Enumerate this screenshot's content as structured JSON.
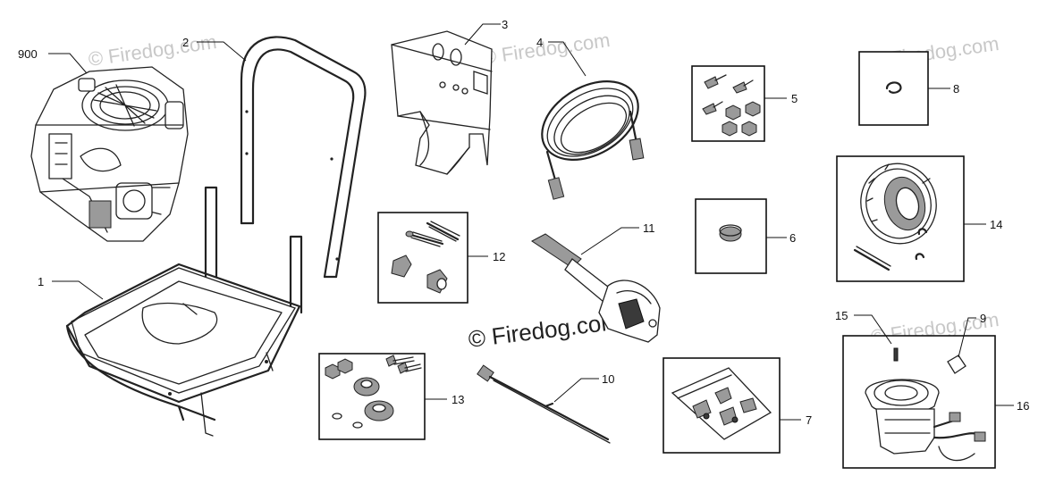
{
  "watermark": "© Firedog.com",
  "parts": {
    "p900": "900",
    "p1": "1",
    "p2": "2",
    "p3": "3",
    "p4": "4",
    "p5": "5",
    "p6": "6",
    "p7": "7",
    "p8": "8",
    "p9": "9",
    "p10": "10",
    "p11": "11",
    "p12": "12",
    "p13": "13",
    "p14": "14",
    "p15": "15",
    "p16": "16"
  }
}
